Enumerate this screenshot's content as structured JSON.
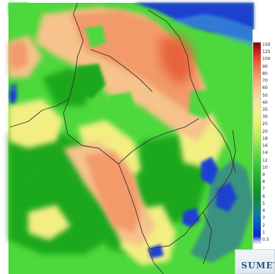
{
  "map": {
    "colors": {
      "water": "#1f3fd0",
      "water_shallow": "#3fa0d8",
      "high": "#e8623a",
      "mid_high": "#f29a6a",
      "mid": "#f5c38b",
      "low_mid": "#f2ee82",
      "low": "#b6ec5a",
      "lower": "#4dd83c",
      "lowest": "#1aa81a",
      "boundary": "#3a2a2a"
    }
  },
  "legend": {
    "ticks": [
      "150",
      "125",
      "100",
      "90",
      "80",
      "70",
      "60",
      "50",
      "40",
      "35",
      "30",
      "25",
      "20",
      "18",
      "16",
      "14",
      "12",
      "10",
      "9",
      "8",
      "7",
      "6",
      "5",
      "4",
      "3",
      "2",
      "1",
      "0.5"
    ],
    "stops": [
      "#7a0000",
      "#c21a1a",
      "#e0442e",
      "#ea6a44",
      "#ef8a5a",
      "#f3a874",
      "#f5bf88",
      "#f6d296",
      "#f7e2a0",
      "#f4ec90",
      "#eef27a",
      "#dff468",
      "#c6ef5a",
      "#a8ea52",
      "#86e24a",
      "#62d842",
      "#46cc3c",
      "#2fbe36",
      "#22b032",
      "#1a9e2e",
      "#15902c",
      "#108a3a",
      "#0e8a6a",
      "#0d7ea0",
      "#0b5ec2",
      "#0a3fcf",
      "#0a28c8",
      "#ffffff"
    ]
  },
  "logo": {
    "text": "SUMET"
  }
}
